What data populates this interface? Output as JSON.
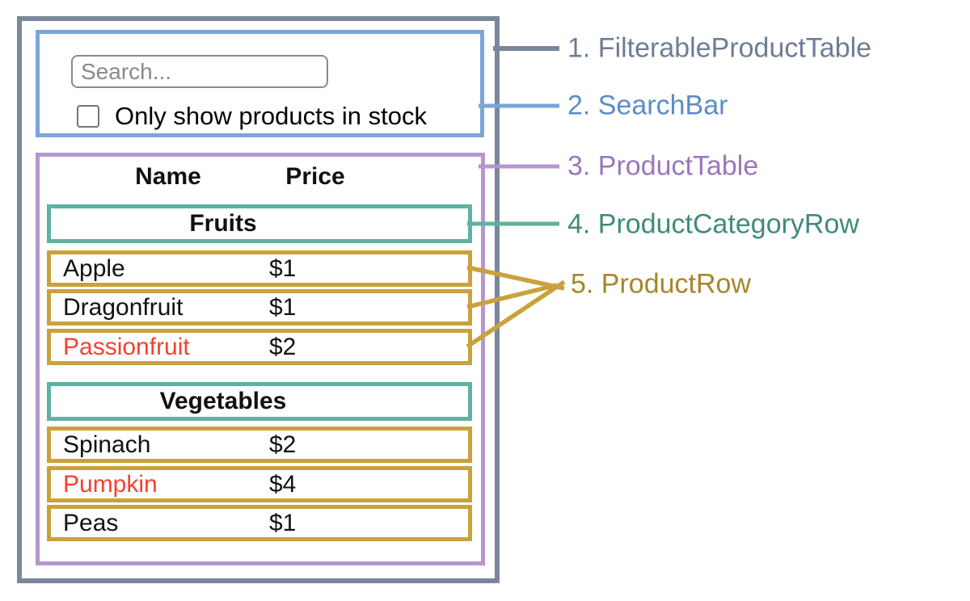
{
  "colors": {
    "slate": "#7A879B",
    "blue": "#79A6D8",
    "purple": "#B795CE",
    "teal": "#5FB2A2",
    "gold": "#C9A23D",
    "label_slate": "#6F7D95",
    "label_blue": "#5C8CC6",
    "label_purple": "#9878BA",
    "label_teal": "#418A7C",
    "label_gold": "#A6862C",
    "out_of_stock_red": "#F5402F"
  },
  "search_bar": {
    "placeholder": "Search...",
    "checkbox_label": "Only show products in stock"
  },
  "product_table": {
    "name_header": "Name",
    "price_header": "Price",
    "sections": [
      {
        "category": "Fruits",
        "rows": [
          {
            "name": "Apple",
            "price": "$1"
          },
          {
            "name": "Dragonfruit",
            "price": "$1"
          },
          {
            "name": "Passionfruit",
            "price": "$2"
          }
        ]
      },
      {
        "category": "Vegetables",
        "rows": [
          {
            "name": "Spinach",
            "price": "$2"
          },
          {
            "name": "Pumpkin",
            "price": "$4"
          },
          {
            "name": "Peas",
            "price": "$1"
          }
        ]
      }
    ]
  },
  "labels": [
    {
      "text": "1. FilterableProductTable"
    },
    {
      "text": "2. SearchBar"
    },
    {
      "text": "3. ProductTable"
    },
    {
      "text": "4. ProductCategoryRow"
    },
    {
      "text": "5. ProductRow"
    }
  ]
}
